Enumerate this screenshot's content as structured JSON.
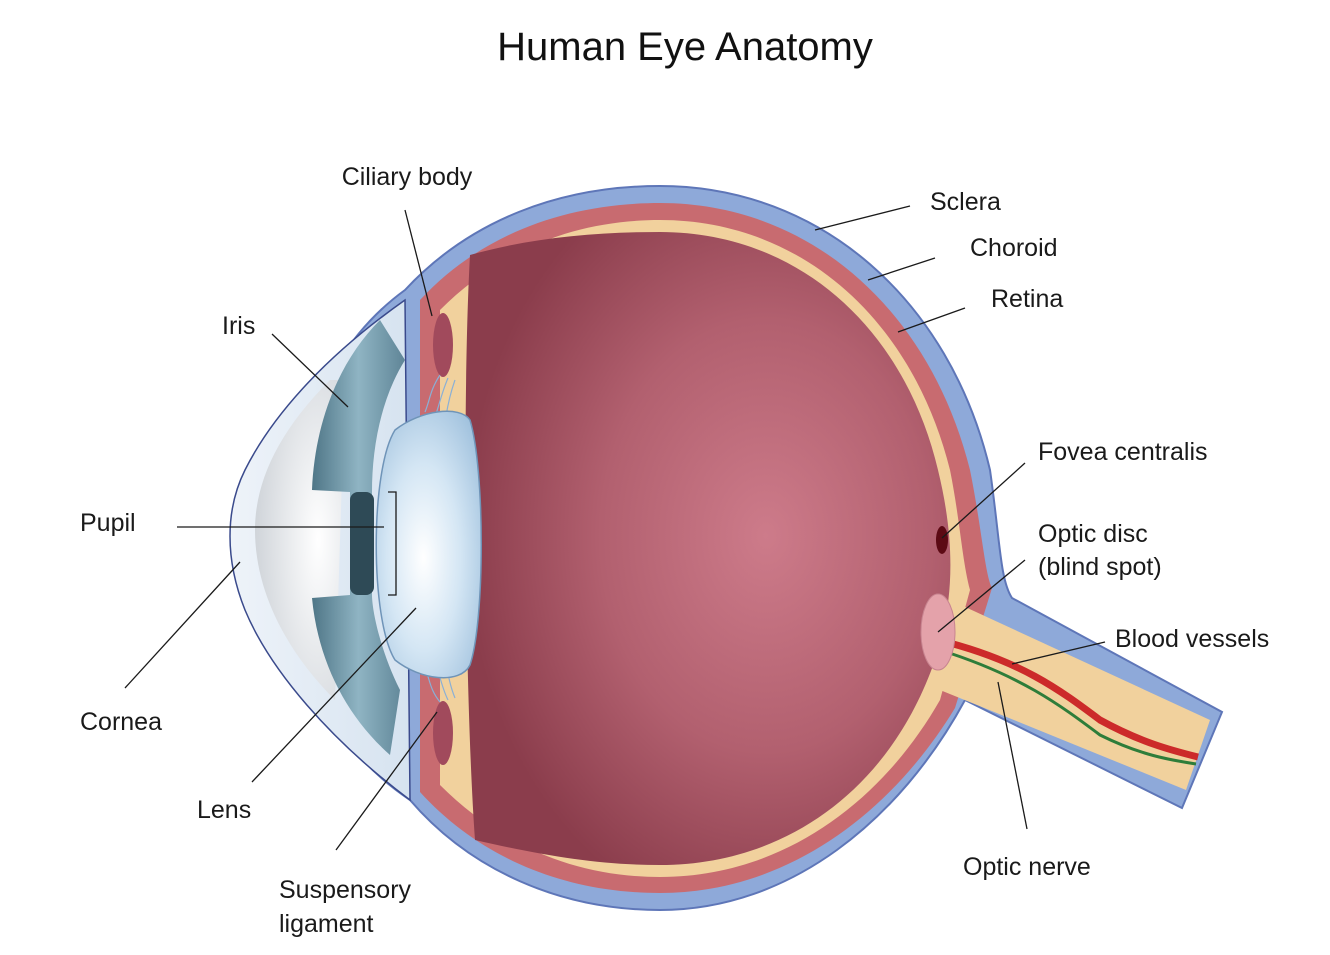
{
  "title": "Human Eye Anatomy",
  "labels": {
    "ciliary_body": "Ciliary body",
    "sclera": "Sclera",
    "choroid": "Choroid",
    "retina": "Retina",
    "iris": "Iris",
    "pupil": "Pupil",
    "cornea": "Cornea",
    "lens": "Lens",
    "suspensory_line1": "Suspensory",
    "suspensory_line2": "ligament",
    "fovea": "Fovea centralis",
    "optic_disc_line1": "Optic disc",
    "optic_disc_line2": "(blind spot)",
    "blood_vessels": "Blood vessels",
    "optic_nerve": "Optic nerve"
  },
  "colors": {
    "sclera": "#8ea9d9",
    "sclera_edge": "#5e76b8",
    "choroid": "#c86b70",
    "retina": "#f1d19d",
    "vitreous_light": "#c97a88",
    "vitreous_dark": "#8c3e4d",
    "iris": "#6f94a6",
    "lens": "#c3dcef",
    "fovea": "#5c0a14",
    "optic_disc": "#e4a2aa",
    "vessel_red": "#cc2a2a",
    "vessel_green": "#2e7d3a"
  }
}
